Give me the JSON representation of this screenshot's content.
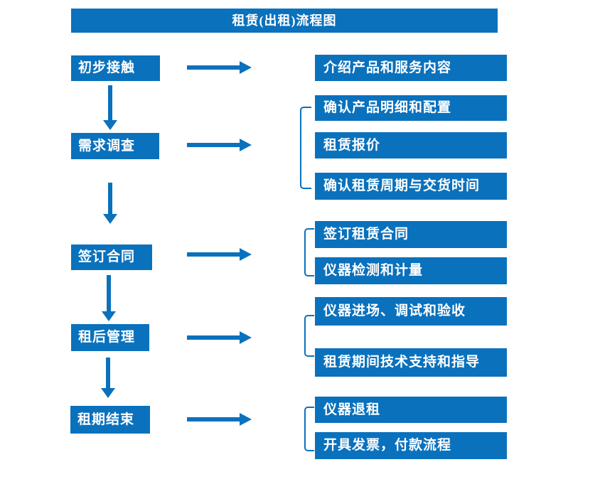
{
  "title": "租赁(出租)流程图",
  "colors": {
    "primary_blue": "#0a71bd",
    "text": "#ffffff",
    "background": "#ffffff"
  },
  "stages": [
    {
      "label": "初步接触",
      "outputs": [
        "介绍产品和服务内容"
      ]
    },
    {
      "label": "需求调查",
      "outputs": [
        "确认产品明细和配置",
        "租赁报价",
        "确认租赁周期与交货时间"
      ]
    },
    {
      "label": "签订合同",
      "outputs": [
        "签订租赁合同",
        "仪器检测和计量"
      ]
    },
    {
      "label": "租后管理",
      "outputs": [
        "仪器进场、调试和验收",
        "租赁期间技术支持和指导"
      ]
    },
    {
      "label": "租期结束",
      "outputs": [
        "仪器退租",
        "开具发票，付款流程"
      ]
    }
  ]
}
